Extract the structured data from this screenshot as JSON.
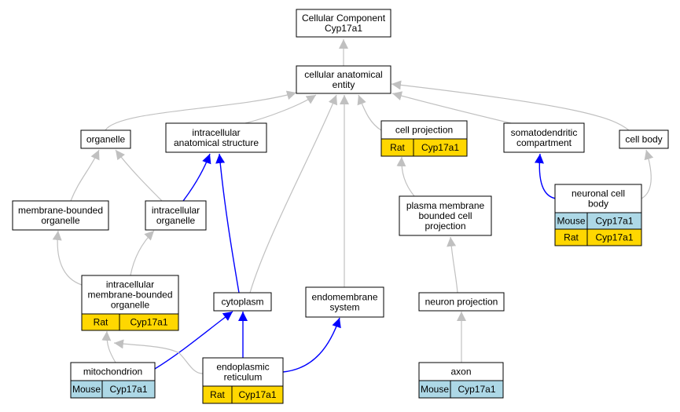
{
  "colors": {
    "mouse": "#add8e6",
    "rat": "#ffd700",
    "edge_gray": "#c0c0c0",
    "edge_blue": "#0000ff"
  },
  "nodes": {
    "root": [
      "Cellular Component",
      "Cyp17a1"
    ],
    "cae": [
      "cellular anatomical",
      "entity"
    ],
    "organelle": [
      "organelle"
    ],
    "ias": [
      "intracellular",
      "anatomical structure"
    ],
    "cellproj": [
      "cell projection"
    ],
    "soma": [
      "somatodendritic",
      "compartment"
    ],
    "cellbody": [
      "cell body"
    ],
    "mbo": [
      "membrane-bounded",
      "organelle"
    ],
    "io": [
      "intracellular",
      "organelle"
    ],
    "pmbcp": [
      "plasma membrane",
      "bounded cell",
      "projection"
    ],
    "ncb": [
      "neuronal cell",
      "body"
    ],
    "imbo": [
      "intracellular",
      "membrane-bounded",
      "organelle"
    ],
    "cyto": [
      "cytoplasm"
    ],
    "endo": [
      "endomembrane",
      "system"
    ],
    "np": [
      "neuron projection"
    ],
    "mito": [
      "mitochondrion"
    ],
    "er": [
      "endoplasmic",
      "reticulum"
    ],
    "axon": [
      "axon"
    ]
  },
  "annotations": {
    "cellproj": [
      [
        "Rat",
        "Cyp17a1"
      ]
    ],
    "ncb": [
      [
        "Mouse",
        "Cyp17a1"
      ],
      [
        "Rat",
        "Cyp17a1"
      ]
    ],
    "imbo": [
      [
        "Rat",
        "Cyp17a1"
      ]
    ],
    "mito": [
      [
        "Mouse",
        "Cyp17a1"
      ]
    ],
    "er": [
      [
        "Rat",
        "Cyp17a1"
      ]
    ],
    "axon": [
      [
        "Mouse",
        "Cyp17a1"
      ]
    ]
  }
}
